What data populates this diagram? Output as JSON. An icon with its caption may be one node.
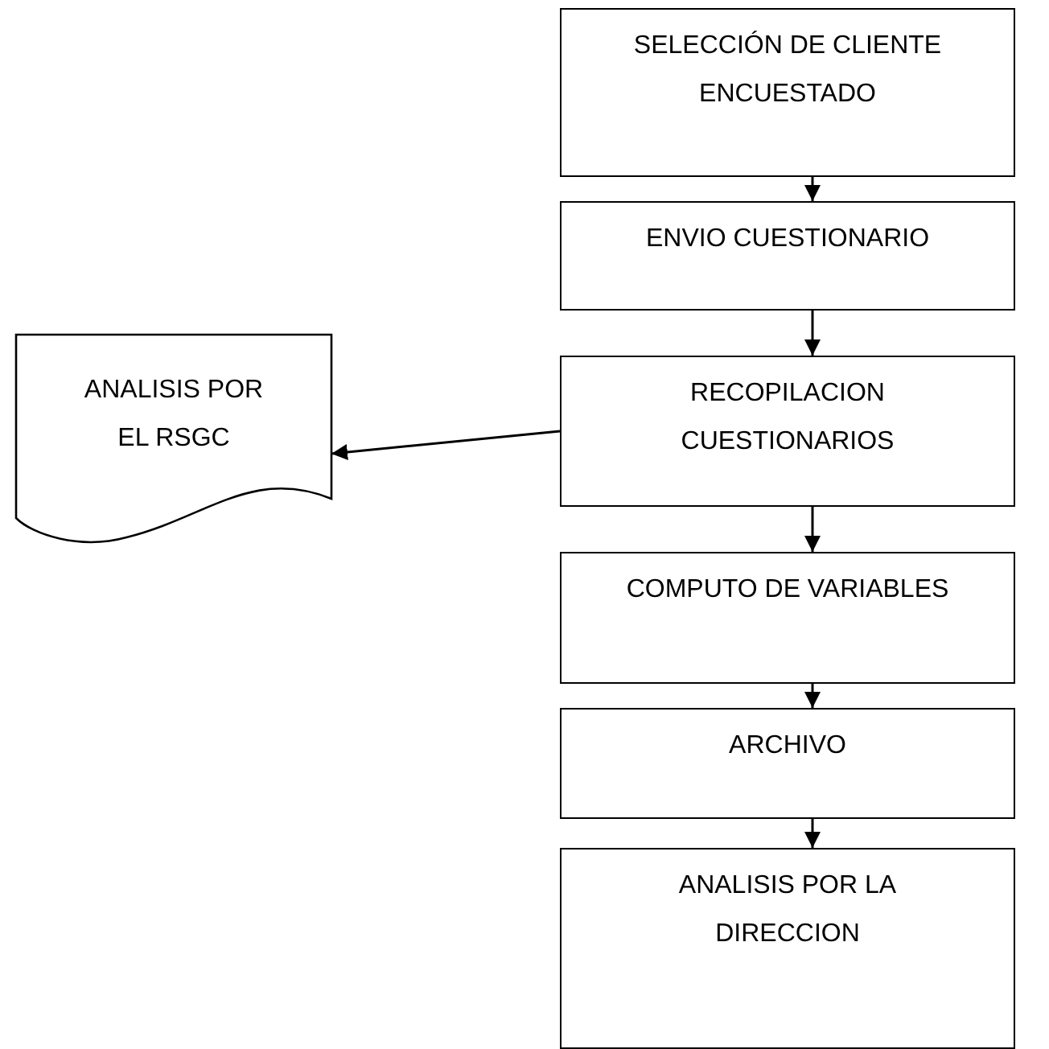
{
  "diagram": {
    "nodes": [
      {
        "text": [
          "SELECCIÓN DE CLIENTE ENCUESTADO"
        ]
      },
      {
        "text": [
          "ENVIO CUESTIONARIO"
        ]
      },
      {
        "text": [
          "RECOPILACION CUESTIONARIOS"
        ]
      },
      {
        "text": [
          "COMPUTO DE VARIABLES"
        ]
      },
      {
        "text": [
          "ARCHIVO"
        ]
      },
      {
        "text": [
          "ANALISIS POR LA DIRECCION"
        ]
      },
      {
        "text": [
          "ANALISIS POR EL RSGC"
        ]
      }
    ],
    "edges": [
      {
        "from": 0,
        "to": 1,
        "arrow": "to"
      },
      {
        "from": 1,
        "to": 2,
        "arrow": "to"
      },
      {
        "from": 2,
        "to": 6,
        "arrow": "to"
      },
      {
        "from": 2,
        "to": 3,
        "arrow": "to"
      },
      {
        "from": 3,
        "to": 4,
        "arrow": "to"
      },
      {
        "from": 4,
        "to": 5,
        "arrow": "to"
      }
    ]
  }
}
